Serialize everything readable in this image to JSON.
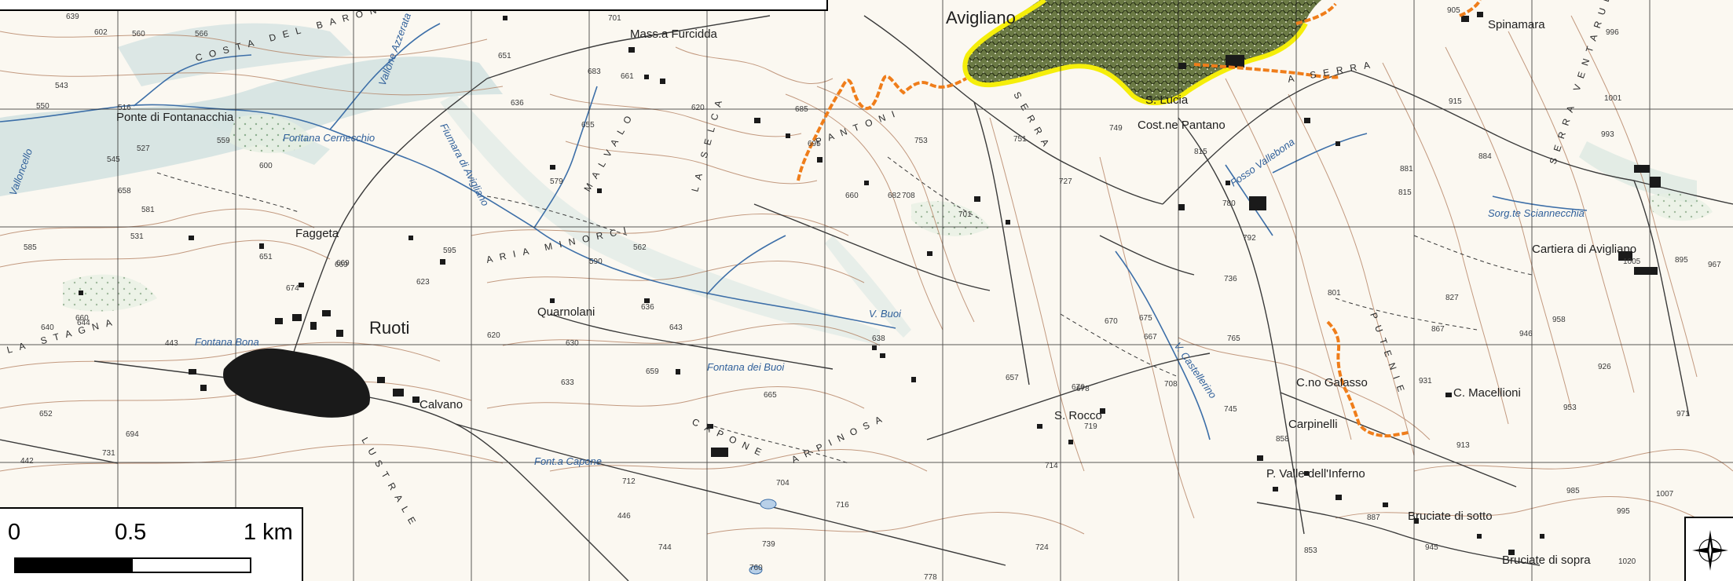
{
  "map": {
    "places": {
      "avigliano": "Avigliano",
      "ruoti": "Ruoti",
      "faggeta": "Faggeta",
      "quarnolani": "Quarnolani",
      "spinamara": "Spinamara",
      "cartiera": "Cartiera di Avigliano",
      "mass_furcidda": "Mass.a Furcidda",
      "s_lucia": "S. Lucia",
      "s_rocco": "S. Rocco",
      "calvano": "Calvano",
      "carpinelli": "Carpinelli",
      "c_macellioni": "C. Macellioni",
      "c_no_galasso": "C.no Galasso",
      "bruciate_sotto": "Bruciate di sotto",
      "bruciate_sopra": "Bruciate di sopra",
      "cost_pantano": "Cost.ne Pantano",
      "ponte_fontanacchia": "Ponte di Fontanacchia",
      "p_valle_inferno": "P. Valle dell'Inferno"
    },
    "hydro": {
      "fiumara": "Fiumara di Avigliano",
      "vallone_azzerata": "Vallone Azzerata",
      "fontana_cernecchio": "Fontana Cernecchio",
      "fontana_bona": "Fontana Bona",
      "fontana_buoi": "Fontana dei Buoi",
      "font_capone": "Font.a Capone",
      "v_buoi": "V. Buoi",
      "v_castellerino": "V. Castellerino",
      "fosso_vallebona": "Fosso Vallebona",
      "sorg_sciannecchia": "Sorg.te Sciannecchia",
      "valloncello": "Valloncello"
    },
    "terrain": {
      "costa": "COSTA DEL BARONE",
      "ariaminorci": "ARIA MINORCI",
      "malvalo": "MALVALO",
      "la_selca": "LA SELCA",
      "pantoni": "PANTONI",
      "serra_ventarulo": "SERRA VENTARULO",
      "acqua_serra": "A SERRA",
      "la_stagna": "LA STAGNA",
      "capone": "CAPONE",
      "arpinosa": "ARPINOSA",
      "putenie": "PUTENIE",
      "lustrale": "LUSTRALE",
      "serra": "SERRA"
    },
    "elevations": {
      "e1": "639",
      "e2": "602",
      "e3": "560",
      "e4": "566",
      "e5": "543",
      "e6": "550",
      "e7": "516",
      "e8": "527",
      "e9": "545",
      "e10": "559",
      "e11": "600",
      "e12": "658",
      "e13": "581",
      "e14": "531",
      "e15": "585",
      "e16": "644",
      "e17": "640",
      "e18": "652",
      "e19": "731",
      "e20": "694",
      "e21": "660",
      "e22": "651",
      "e23": "674",
      "e24": "669",
      "e25": "595",
      "e26": "623",
      "e27": "620",
      "e28": "590",
      "e29": "636",
      "e30": "643",
      "e31": "630",
      "e32": "633",
      "e33": "659",
      "e34": "665",
      "e35": "638",
      "e36": "657",
      "e37": "676",
      "e38": "670",
      "e39": "675",
      "e40": "667",
      "e41": "708",
      "e42": "745",
      "e43": "765",
      "e44": "736",
      "e45": "719",
      "e46": "714",
      "e47": "724",
      "e48": "712",
      "e49": "704",
      "e50": "716",
      "e51": "744",
      "e52": "739",
      "e53": "760",
      "e54": "778",
      "e55": "701",
      "e56": "683",
      "e57": "651",
      "e58": "661",
      "e59": "655",
      "e60": "636",
      "e61": "579",
      "e62": "562",
      "e63": "620",
      "e64": "685",
      "e65": "695",
      "e66": "753",
      "e67": "660",
      "e68": "708",
      "e69": "701",
      "e70": "727",
      "e71": "749",
      "e72": "751",
      "e73": "815",
      "e74": "780",
      "e75": "792",
      "e76": "801",
      "e77": "815",
      "e78": "827",
      "e79": "867",
      "e80": "881",
      "e81": "931",
      "e82": "946",
      "e83": "958",
      "e84": "926",
      "e85": "953",
      "e86": "971",
      "e87": "913",
      "e88": "985",
      "e89": "995",
      "e90": "1007",
      "e91": "1020",
      "e92": "945",
      "e93": "853",
      "e94": "887",
      "e95": "858",
      "e96": "905",
      "e97": "996",
      "e98": "1001",
      "e99": "993",
      "e100": "884",
      "e101": "967",
      "e102": "895",
      "e103": "915",
      "e104": "1005",
      "e105": "442",
      "e106": "443",
      "e107": "446",
      "e108": "678",
      "e109": "669",
      "e110": "682"
    }
  },
  "scale": {
    "label_0": "0",
    "label_half": "0.5",
    "label_1": "1 km"
  },
  "colors": {
    "paper": "#fbf8f1",
    "grid": "#222222",
    "road": "#3a3a3a",
    "river": "#3d6fa8",
    "contour": "#b07a5a",
    "trail": "#ef7d1a",
    "boundary": "#f5ee0a",
    "forest": "#5c6b3a",
    "valley": "#cfe0e0"
  },
  "icons": {
    "north_arrow": "compass-rose-icon"
  }
}
